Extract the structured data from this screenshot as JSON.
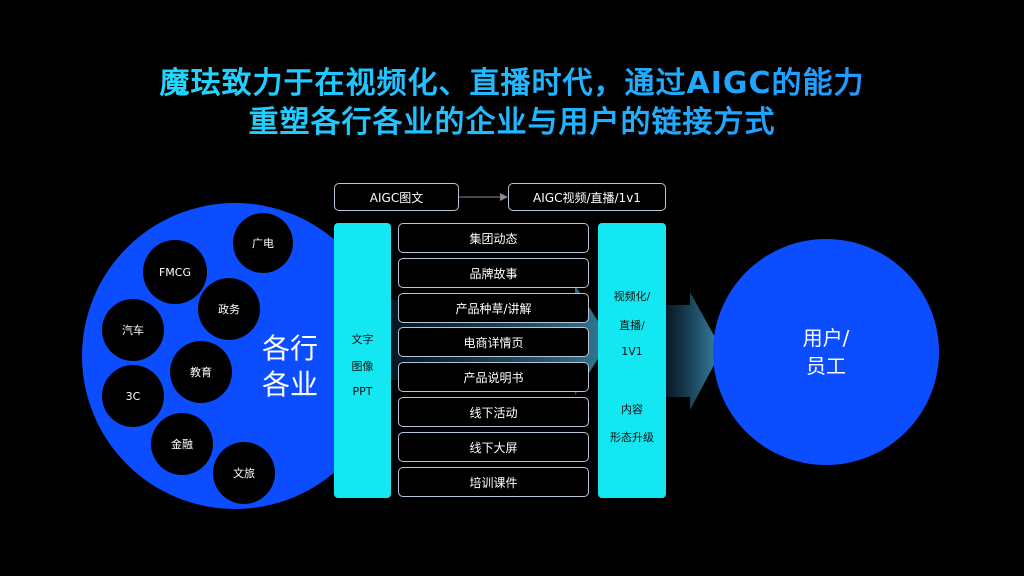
{
  "title": {
    "line1": "魔珐致力于在视频化、直播时代，通过AIGC的能力",
    "line2": "重塑各行各业的企业与用户的链接方式"
  },
  "left": {
    "label_line1": "各行",
    "label_line2": "各业",
    "industries": [
      "广电",
      "FMCG",
      "政务",
      "汽车",
      "教育",
      "3C",
      "金融",
      "文旅"
    ]
  },
  "top_flow": {
    "from": "AIGC图文",
    "to": "AIGC视频/直播/1v1"
  },
  "input_column": [
    "文字",
    "图像",
    "PPT"
  ],
  "scenarios": [
    "集团动态",
    "品牌故事",
    "产品种草/讲解",
    "电商详情页",
    "产品说明书",
    "线下活动",
    "线下大屏",
    "培训课件"
  ],
  "output_column": [
    "视频化/",
    "直播/",
    "1V1",
    "内容",
    "形态升级"
  ],
  "right": {
    "label_line1": "用户/",
    "label_line2": "员工"
  },
  "colors": {
    "background": "#000000",
    "circle_blue": "#0b4dff",
    "cyan": "#12e7f2",
    "title_gradient_start": "#22e5ff",
    "title_gradient_end": "#1f8cff"
  }
}
